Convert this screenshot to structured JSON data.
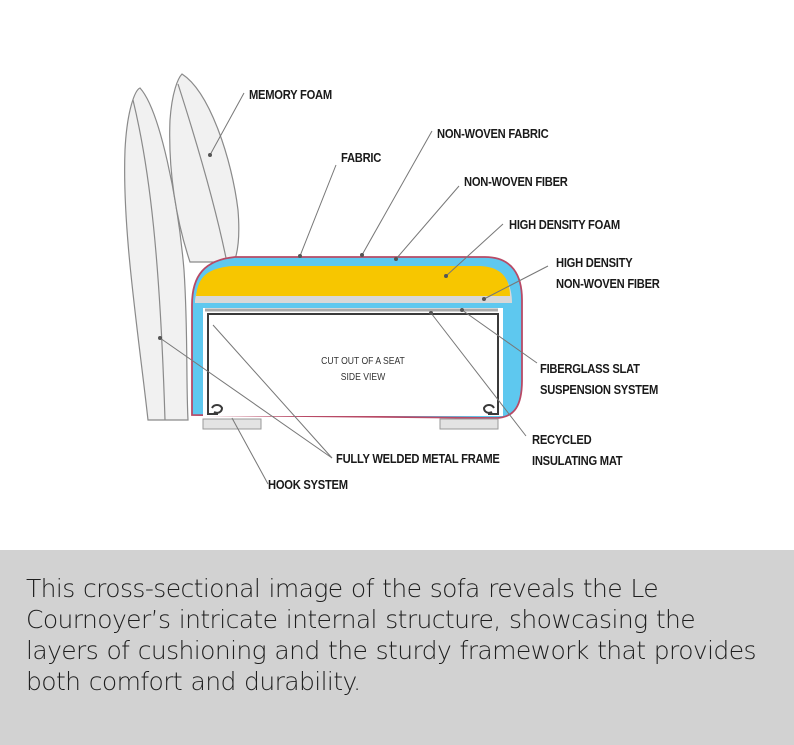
{
  "diagram": {
    "labels": {
      "memory_foam": "MEMORY FOAM",
      "fabric": "FABRIC",
      "non_woven_fabric": "NON-WOVEN FABRIC",
      "non_woven_fiber": "NON-WOVEN FIBER",
      "high_density_foam": "HIGH DENSITY FOAM",
      "high_density_fiber_line1": "HIGH DENSITY",
      "high_density_fiber_line2": "NON-WOVEN FIBER",
      "fiberglass_line1": "FIBERGLASS SLAT",
      "fiberglass_line2": "SUSPENSION SYSTEM",
      "recycled_line1": "RECYCLED",
      "recycled_line2": "INSULATING MAT",
      "metal_frame": "FULLY WELDED METAL FRAME",
      "hook_system": "HOOK SYSTEM",
      "cutout_line1": "CUT OUT OF A SEAT",
      "cutout_line2": "SIDE VIEW"
    },
    "colors": {
      "foam_yellow": "#f7c600",
      "fiber_gray": "#d8d8d8",
      "insulating_blue": "#5ec8ef",
      "fabric_red": "#b84a66",
      "frame_dark": "#3a3a3a",
      "cushion_fill": "#f1f1f1",
      "leader_gray": "#777777"
    }
  },
  "caption": {
    "text": "This cross-sectional image of the sofa reveals the Le Cournoyer’s intricate internal structure, showcasing the layers of cushioning and the sturdy framework that provides both comfort and durability."
  }
}
